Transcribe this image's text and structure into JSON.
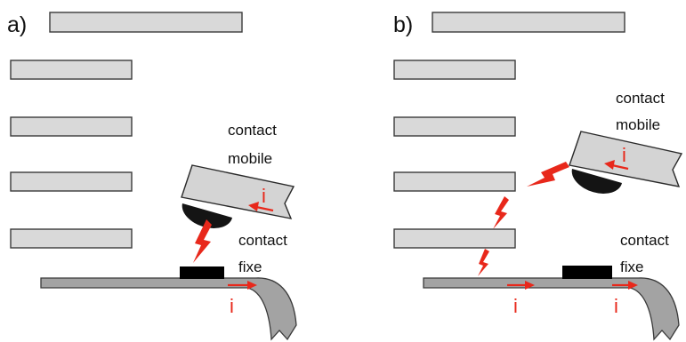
{
  "panels": [
    {
      "id": "a",
      "label": "a)",
      "mobile_contact_line1": "contact",
      "mobile_contact_line2": "mobile",
      "fixed_contact_line1": "contact",
      "fixed_contact_line2": "fixe",
      "current_symbol": "i"
    },
    {
      "id": "b",
      "label": "b)",
      "mobile_contact_line1": "contact",
      "mobile_contact_line2": "mobile",
      "fixed_contact_line1": "contact",
      "fixed_contact_line2": "fixe",
      "current_symbol": "i"
    }
  ],
  "colors": {
    "plate": "#d9d9d9",
    "rail": "#a3a3a3",
    "arc": "#e8281b",
    "contact": "#000000"
  }
}
